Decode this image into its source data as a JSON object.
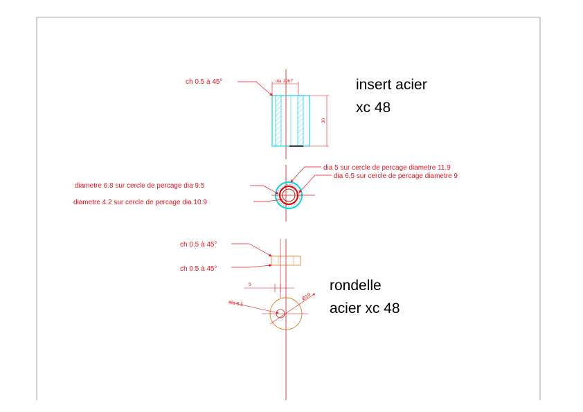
{
  "colors": {
    "frame": "#a0a0a0",
    "annotation": "#e8141c",
    "insert_outline": "#19d2e6",
    "washer_outline": "#e07a1a",
    "centerline": "#d01010",
    "title_text": "#000000"
  },
  "insert": {
    "title_line1": "insert acier",
    "title_line2": "xc 48",
    "dim_diameter": "dia 19h7",
    "dim_height": "30",
    "chamfer_note": "ch 0.5 à 45°"
  },
  "holes": {
    "note_right_1": "dia 5 sur cercle de percage diametre 11.9",
    "note_right_2": "dia 6,5 sur cercle de percage diametre 9",
    "note_left_1": "diametre 6.8 sur cercle de percage dia 9.5",
    "note_left_2": "diametre 4.2 sur cercle de percage dia 10.9"
  },
  "washer": {
    "title_line1": "rondelle",
    "title_line2": "acier xc 48",
    "chamfer_note_1": "ch 0.5 à 45°",
    "chamfer_note_2": "ch 0.5 à 45°",
    "dim_thickness": "5",
    "dim_outer": "Ø19",
    "dim_inner": "dia 6.5"
  }
}
